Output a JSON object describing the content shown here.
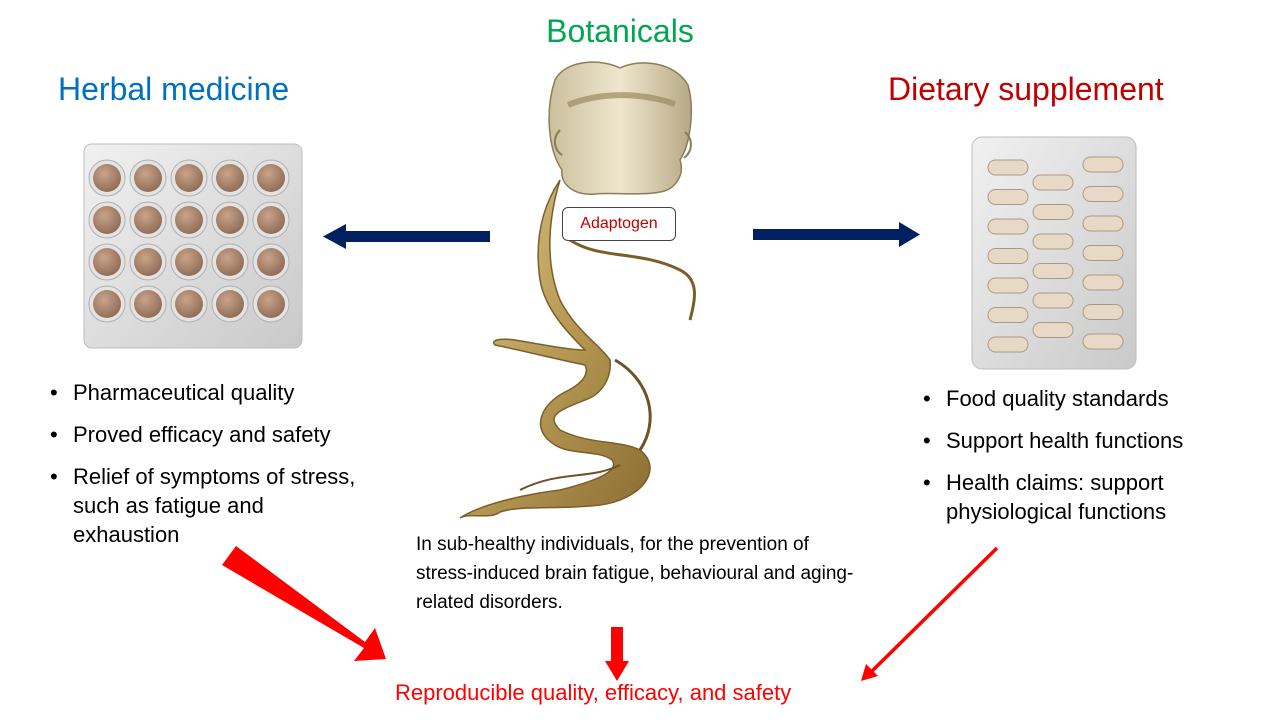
{
  "diagram": {
    "center_title": "Botanicals",
    "center_label": "Adaptogen",
    "left": {
      "title": "Herbal medicine",
      "bullets": [
        "Pharmaceutical quality",
        "Proved efficacy and safety",
        "Relief of symptoms of stress, such as fatigue and exhaustion"
      ]
    },
    "right": {
      "title": "Dietary supplement",
      "bullets": [
        "Food quality standards",
        "Support health functions",
        "Health claims: support physiological functions"
      ]
    },
    "indication": "In sub-healthy individuals, for the prevention of stress-induced brain fatigue, behavioural and aging-related disorders.",
    "outcome": "Reproducible quality, efficacy, and safety"
  },
  "colors": {
    "botanicals": "#00a651",
    "herbal": "#0070c0",
    "dietary": "#c00000",
    "navy_arrow": "#002060",
    "red_arrow": "#ff0000"
  }
}
